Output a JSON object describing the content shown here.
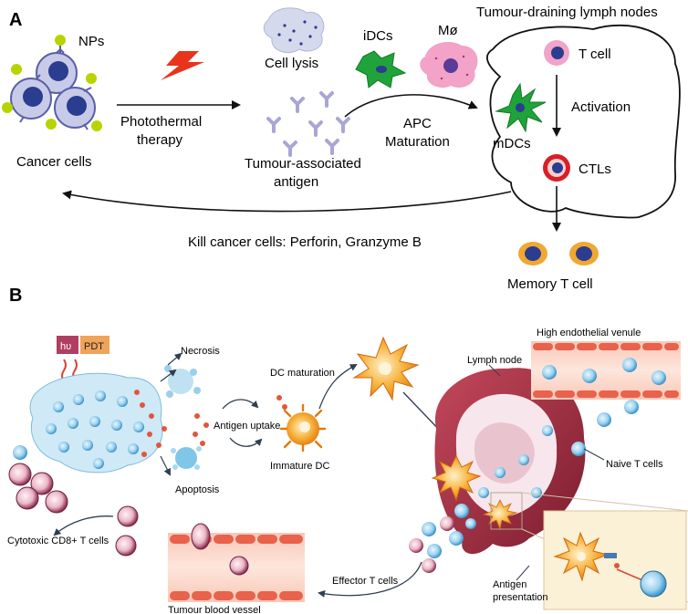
{
  "panel_a": {
    "letter": "A",
    "nps": "NPs",
    "cancer_cells": "Cancer cells",
    "photothermal_line1": "Photothermal",
    "photothermal_line2": "therapy",
    "cell_lysis": "Cell lysis",
    "idcs": "iDCs",
    "macrophage": "Mø",
    "tumour_antigen_line1": "Tumour-associated",
    "tumour_antigen_line2": "antigen",
    "apc_line1": "APC",
    "apc_line2": "Maturation",
    "lymph_nodes": "Tumour-draining lymph nodes",
    "t_cell": "T cell",
    "activation": "Activation",
    "mdcs": "mDCs",
    "ctls": "CTLs",
    "kill": "Kill cancer cells: Perforin, Granzyme B",
    "memory": "Memory T cell"
  },
  "panel_b": {
    "letter": "B",
    "hv": "hυ",
    "pdt": "PDT",
    "necrosis": "Necrosis",
    "apoptosis": "Apoptosis",
    "antigen_uptake": "Antigen uptake",
    "dc_maturation": "DC maturation",
    "immature_dc": "Immature DC",
    "lymph_node": "Lymph node",
    "hev": "High endothelial venule",
    "naive": "Naive T cells",
    "cytotoxic": "Cytotoxic CD8+ T cells",
    "effector": "Effector T cells",
    "blood_vessel": "Tumour blood vessel",
    "antigen_presentation_line1": "Antigen",
    "antigen_presentation_line2": "presentation"
  },
  "colors": {
    "cancer_cell": "#2a3d8f",
    "nanoparticle": "#b8d400",
    "lightning": "#e8341c",
    "idc": "#1fa33a",
    "macrophage": "#f2a3c7",
    "ctl_ring": "#d81f26",
    "memory_cell": "#f0a832",
    "vessel": "#e8624c",
    "lymph_node": "#9e2a3c"
  }
}
